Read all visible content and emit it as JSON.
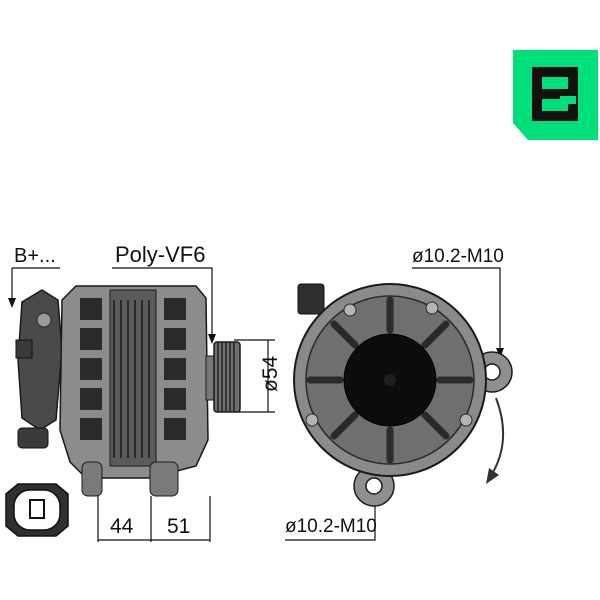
{
  "brand": {
    "logo_letter": "E",
    "color": "#00e07a"
  },
  "labels": {
    "b_plus": "B+...",
    "pulley": "Poly-VF6",
    "pulley_diameter": "ø54",
    "mount_top": "ø10.2-M10",
    "mount_bottom": "ø10.2-M10",
    "dim_left": "44",
    "dim_right": "51"
  },
  "icons": {
    "rotation": "rotation-arrow-icon",
    "connector": "plug-connector-icon"
  }
}
